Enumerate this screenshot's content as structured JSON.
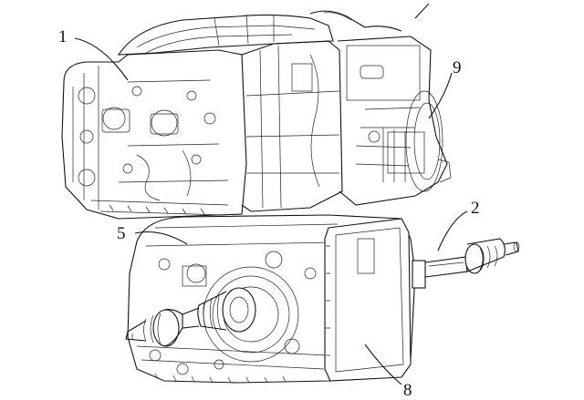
{
  "drawing": {
    "labels": [
      {
        "id": "1",
        "text": "1"
      },
      {
        "id": "2",
        "text": "2"
      },
      {
        "id": "5",
        "text": "5"
      },
      {
        "id": "8",
        "text": "8"
      },
      {
        "id": "9",
        "text": "9"
      }
    ]
  }
}
